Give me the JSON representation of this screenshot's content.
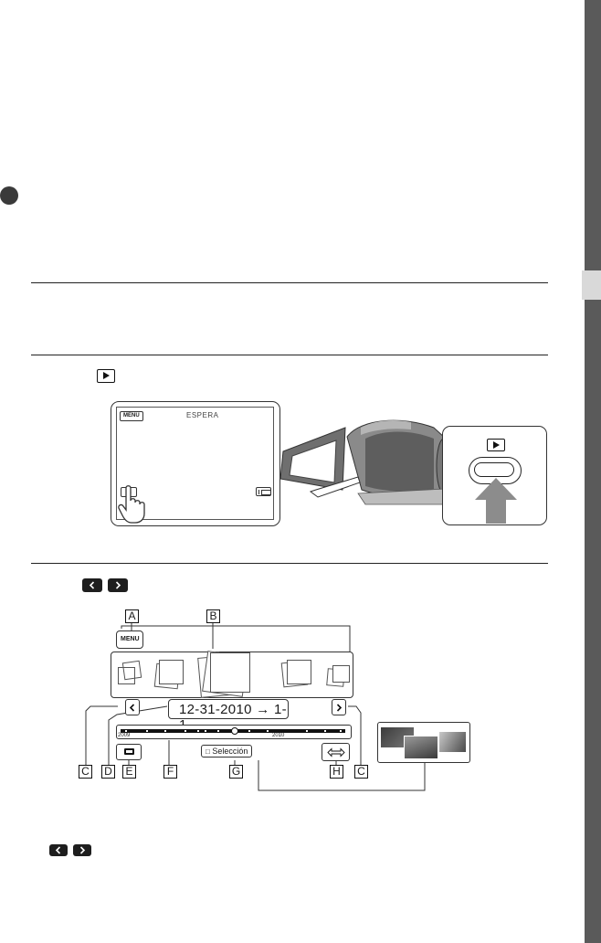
{
  "screen1": {
    "menu_label": "MENU",
    "status_text": "ESPERA"
  },
  "screen2": {
    "menu_label": "MENU",
    "date_range": "12-31-2010 → 1-1",
    "year_start": "2009",
    "year_end": "2010",
    "selection_label": "Selección"
  },
  "callouts": {
    "a": "A",
    "b": "B",
    "c": "C",
    "d": "D",
    "e": "E",
    "f": "F",
    "g": "G",
    "h": "H"
  },
  "icons": [
    "play-icon",
    "previous-icon",
    "next-icon",
    "index-icon",
    "swap-icon",
    "hand-pointer-icon",
    "camcorder-icon"
  ],
  "colors": {
    "side_bar": "#5a5a5a",
    "side_tab": "#d9d9d9",
    "arrow": "#8c8c8c"
  }
}
